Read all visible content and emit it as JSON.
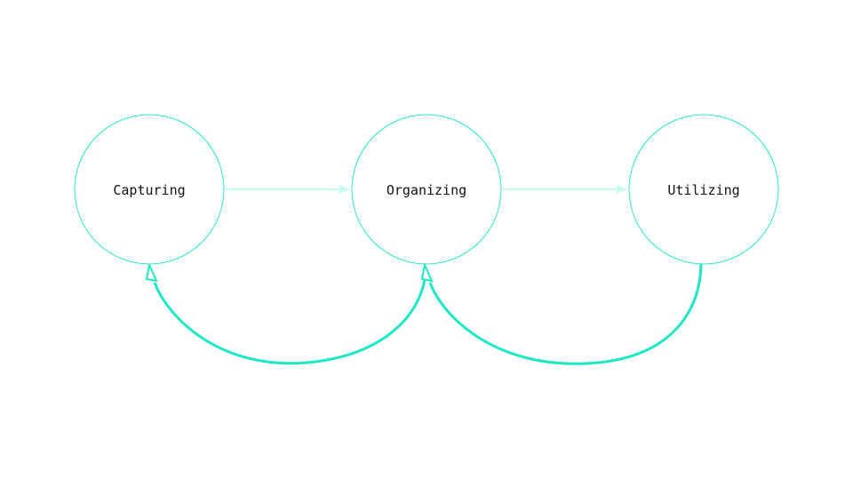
{
  "diagram": {
    "nodes": [
      {
        "id": "capturing",
        "label": "Capturing"
      },
      {
        "id": "organizing",
        "label": "Organizing"
      },
      {
        "id": "utilizing",
        "label": "Utilizing"
      }
    ],
    "edges": [
      {
        "from": "capturing",
        "to": "organizing",
        "style": "forward"
      },
      {
        "from": "organizing",
        "to": "utilizing",
        "style": "forward"
      },
      {
        "from": "organizing",
        "to": "capturing",
        "style": "feedback"
      },
      {
        "from": "utilizing",
        "to": "organizing",
        "style": "feedback"
      }
    ]
  },
  "colors": {
    "node_stroke": "#2ee8cf",
    "forward_edge": "#c9fbf2",
    "feedback_edge": "#1ee8c4",
    "label": "#111111",
    "background": "#ffffff"
  }
}
